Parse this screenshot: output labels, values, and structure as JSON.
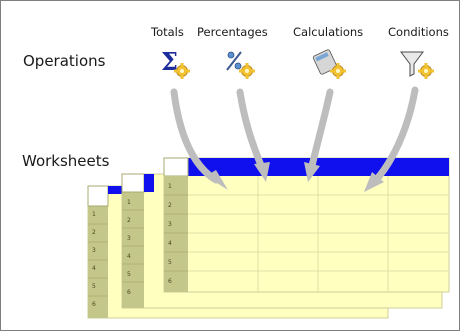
{
  "labels": {
    "operations": "Operations",
    "worksheets": "Worksheets"
  },
  "operations": [
    {
      "label": "Totals",
      "icon": "sigma-sum-icon"
    },
    {
      "label": "Percentages",
      "icon": "percent-icon"
    },
    {
      "label": "Calculations",
      "icon": "calculator-icon"
    },
    {
      "label": "Conditions",
      "icon": "funnel-filter-icon"
    }
  ],
  "worksheet_row_numbers": [
    "1",
    "2",
    "3",
    "4",
    "5",
    "6"
  ],
  "colors": {
    "sheet_fill": "#ffffc0",
    "row_header": "#c4c78a",
    "title_bar": "#1010ee",
    "arrow": "#bdbdbd",
    "gear": "#f2c230"
  }
}
